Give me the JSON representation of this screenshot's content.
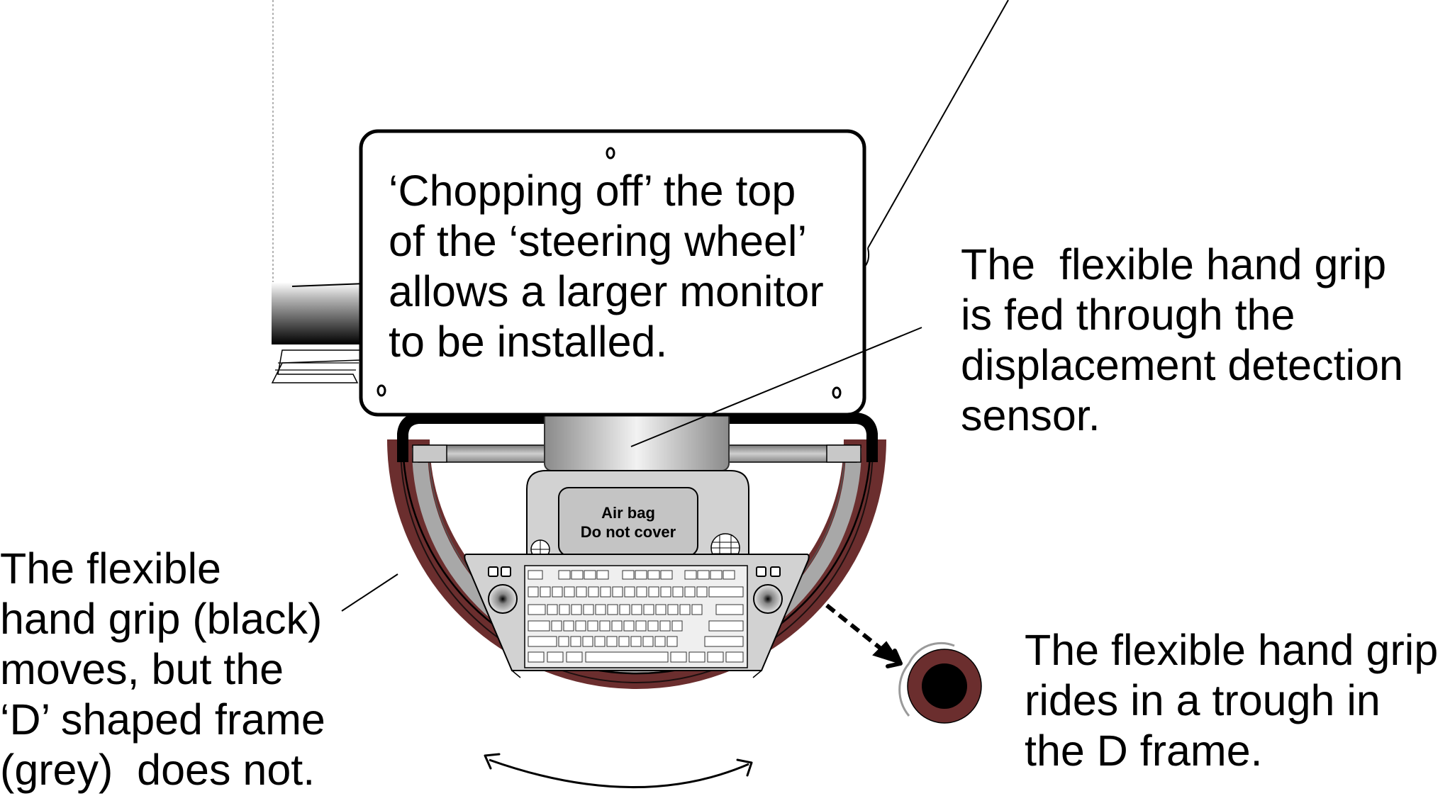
{
  "callouts": {
    "monitor": [
      "‘Chopping off’ the top",
      "of the ‘steering wheel’",
      "allows a larger monitor",
      "to be installed."
    ],
    "sensor": [
      "The  flexible hand grip",
      "is fed through the",
      "displacement detection",
      "sensor."
    ],
    "grip": [
      "The flexible",
      "hand grip (black)",
      "moves, but the",
      "‘D’ shaped frame",
      "(grey)  does not."
    ],
    "trough": [
      "The flexible hand grip",
      "rides in a trough in",
      "the D frame."
    ]
  },
  "airbag": [
    "Air bag",
    "Do not cover"
  ],
  "colors": {
    "rim_outer": "#6b2e2e",
    "frame_grey": "#a8a8a8",
    "grip_black": "#000000",
    "panel_grey": "#d2d2d2"
  }
}
